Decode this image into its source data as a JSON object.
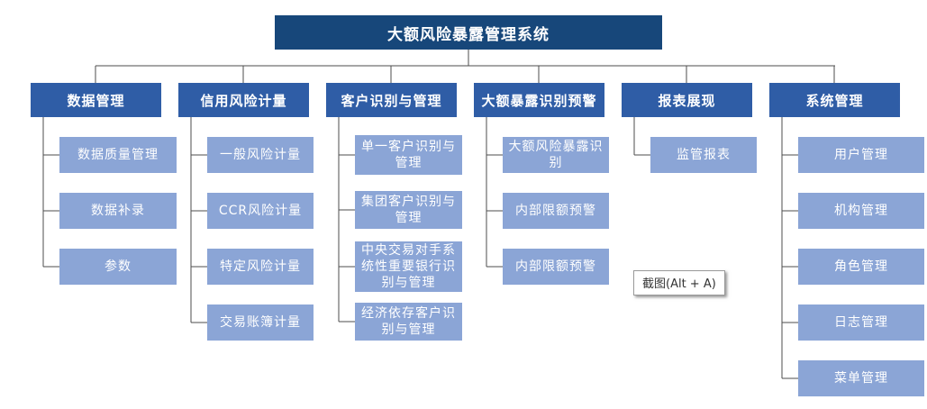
{
  "diagram": {
    "root": "大额风险暴露管理系统",
    "columns": [
      {
        "title": "数据管理",
        "children": [
          "数据质量管理",
          "数据补录",
          "参数"
        ]
      },
      {
        "title": "信用风险计量",
        "children": [
          "一般风险计量",
          "CCR风险计量",
          "特定风险计量",
          "交易账簿计量"
        ]
      },
      {
        "title": "客户识别与管理",
        "children": [
          "单一客户识别与管理",
          "集团客户识别与管理",
          "中央交易对手系统性重要银行识别与管理",
          "经济依存客户识别与管理"
        ]
      },
      {
        "title": "大额暴露识别预警",
        "children": [
          "大额风险暴露识别",
          "内部限额预警",
          "内部限额预警"
        ]
      },
      {
        "title": "报表展现",
        "children": [
          "监管报表"
        ]
      },
      {
        "title": "系统管理",
        "children": [
          "用户管理",
          "机构管理",
          "角色管理",
          "日志管理",
          "菜单管理"
        ]
      }
    ]
  },
  "tooltip": {
    "label": "截图(Alt + A)"
  },
  "colors": {
    "root_box": "#17477A",
    "branch_box": "#2F5DA6",
    "leaf_box": "#8BA5D6",
    "connector_line": "#4D4D4D",
    "text": "#FFFFFF"
  }
}
